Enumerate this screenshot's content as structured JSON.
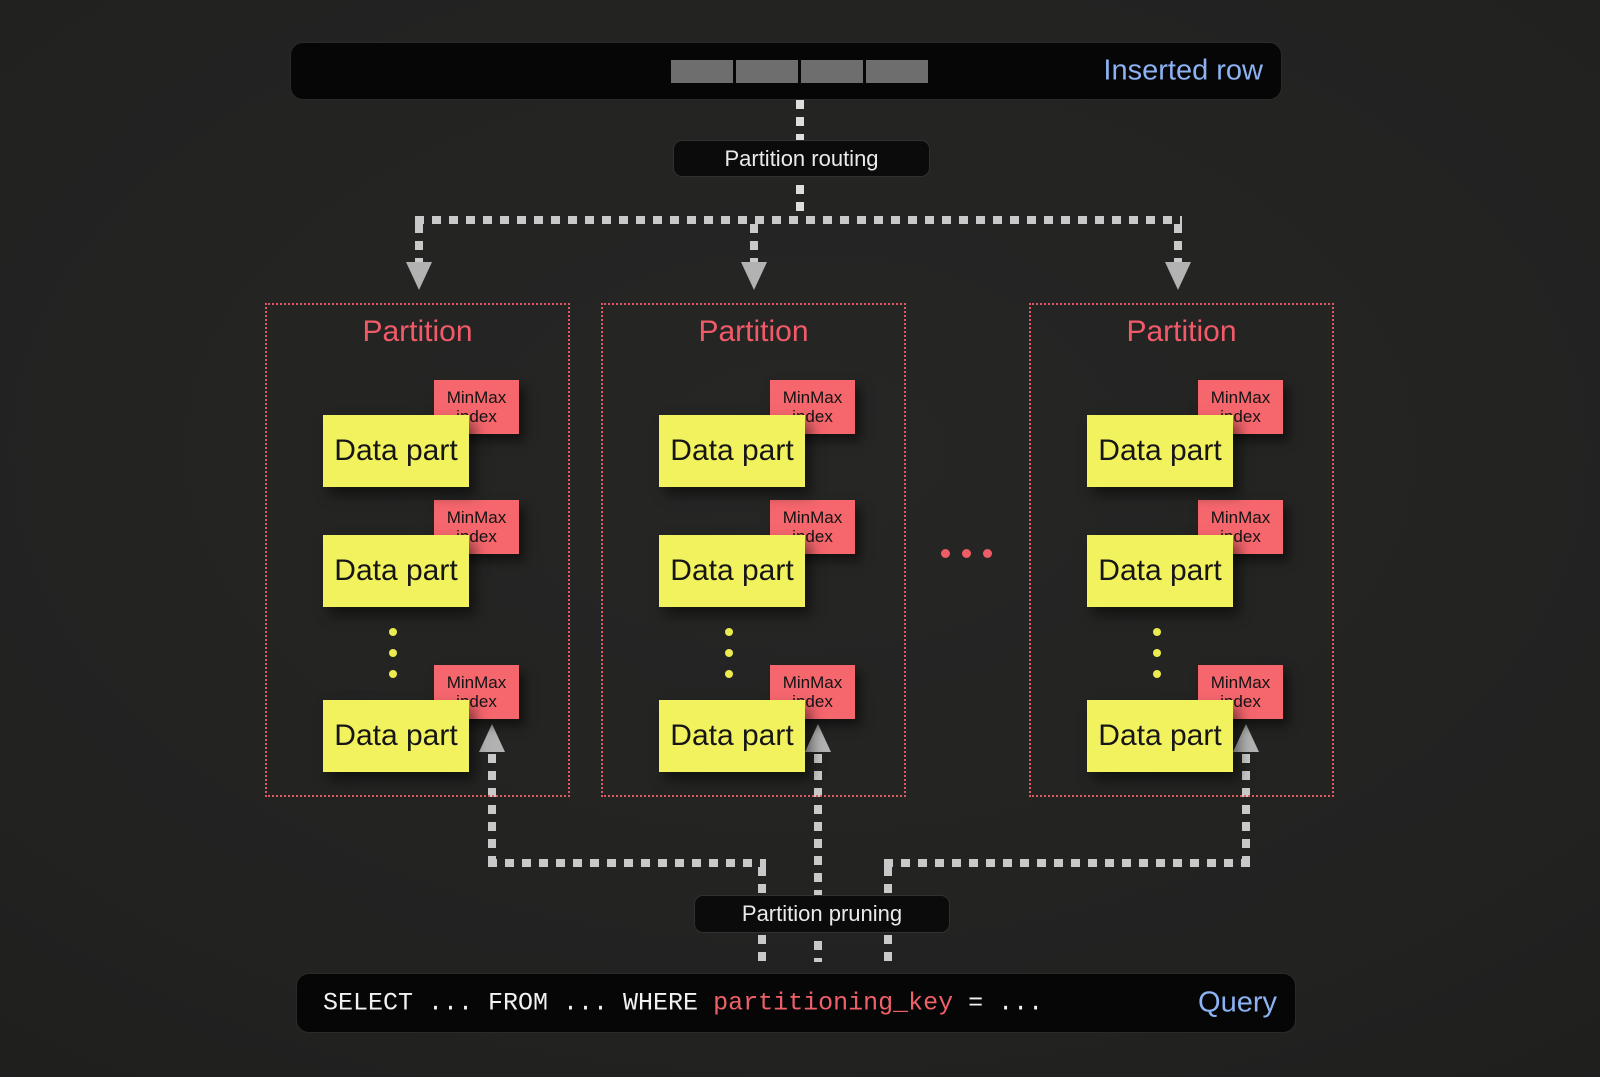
{
  "inserted_row": {
    "label": "Inserted row",
    "segment_count": 4
  },
  "flow": {
    "routing_label": "Partition routing",
    "pruning_label": "Partition pruning"
  },
  "partition": {
    "title": "Partition",
    "data_part_label": "Data part",
    "minmax_line1": "MinMax",
    "minmax_line2": "index"
  },
  "query": {
    "prefix": "SELECT ... FROM ... WHERE ",
    "highlight": "partitioning_key",
    "suffix": " = ...",
    "label": "Query"
  },
  "colors": {
    "background": "#222221",
    "bar_black": "#060606",
    "accent_blue": "#8cb2f3",
    "partition_red": "#f15b69",
    "partition_border_red": "#dd5a63",
    "minmax_red": "#f5666d",
    "data_part_yellow": "#f2f25f",
    "arrow_gray": "#c9c9c9",
    "segment_gray": "#6e6e6e",
    "code_red": "#ef6169"
  }
}
